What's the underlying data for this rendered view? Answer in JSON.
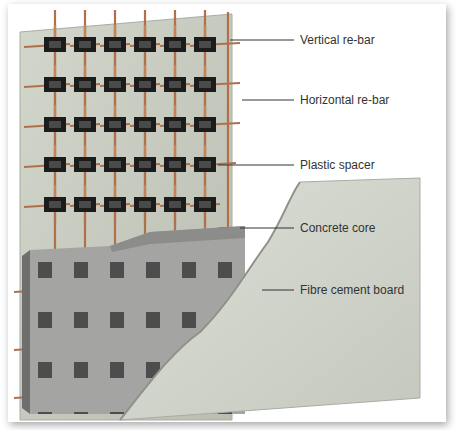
{
  "diagram": {
    "labels": [
      "Vertical re-bar",
      "Horizontal re-bar",
      "Plastic spacer",
      "Concrete core",
      "Fibre cement board"
    ]
  }
}
